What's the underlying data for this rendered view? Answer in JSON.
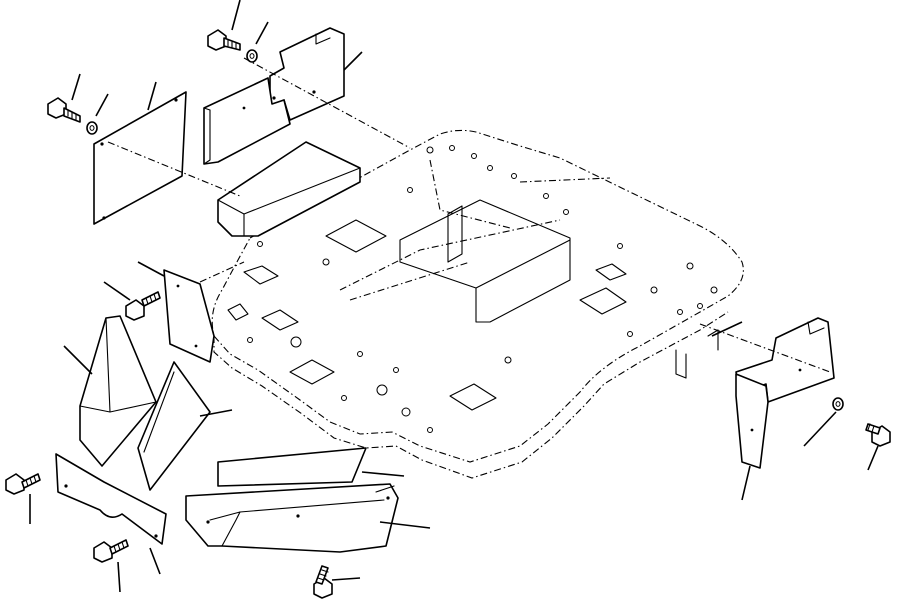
{
  "figure": {
    "style": "line-art exploded parts diagram",
    "line_color": "#000000",
    "background_color": "#ffffff"
  },
  "parts": [
    {
      "id": "main-frame-plate",
      "icon": "frame-plate"
    },
    {
      "id": "rear-cover-upper",
      "icon": "cover-panel"
    },
    {
      "id": "rear-cover-left",
      "icon": "cover-panel"
    },
    {
      "id": "side-cover-left",
      "icon": "cover-panel"
    },
    {
      "id": "front-cover-a",
      "icon": "cover-panel"
    },
    {
      "id": "front-cover-b",
      "icon": "cover-panel"
    },
    {
      "id": "lower-cover",
      "icon": "cover-panel"
    },
    {
      "id": "undercover",
      "icon": "cover-panel"
    },
    {
      "id": "right-cover",
      "icon": "cover-panel"
    },
    {
      "id": "bolts",
      "icon": "bolt",
      "count": 7
    },
    {
      "id": "washers",
      "icon": "washer",
      "count": 3
    }
  ]
}
